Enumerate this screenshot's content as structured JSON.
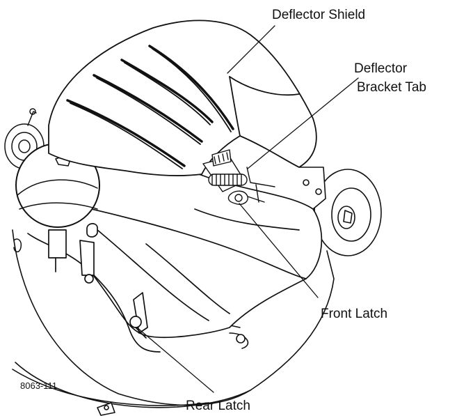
{
  "figure_id": "8063-111",
  "callouts": {
    "deflector_shield": "Deflector Shield",
    "deflector_bracket_tab_line1": "Deflector",
    "deflector_bracket_tab_line2": "Bracket Tab",
    "front_latch": "Front Latch",
    "rear_latch": "Rear Latch"
  },
  "colors": {
    "ink": "#111111",
    "paper": "#ffffff"
  }
}
